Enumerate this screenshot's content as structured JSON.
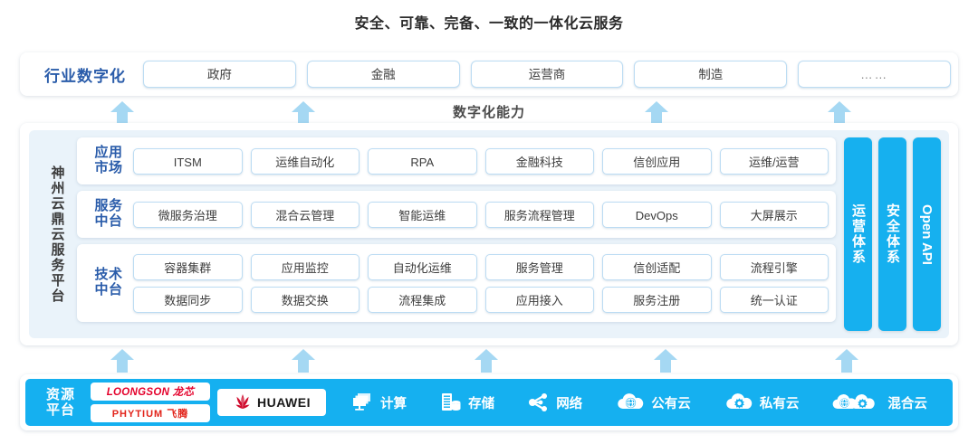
{
  "title": "安全、可靠、完备、一致的一体化云服务",
  "industry": {
    "label": "行业数字化",
    "items": [
      {
        "label": "政府"
      },
      {
        "label": "金融"
      },
      {
        "label": "运营商"
      },
      {
        "label": "制造"
      },
      {
        "label": "……"
      }
    ]
  },
  "capability_label": "数字化能力",
  "platform": {
    "vertical_title": "神州云鼎云服务平台",
    "layers": [
      {
        "label": "应用市场",
        "label_lines": [
          "应用",
          "市场"
        ],
        "rows": [
          [
            "ITSM",
            "运维自动化",
            "RPA",
            "金融科技",
            "信创应用",
            "运维/运营"
          ]
        ]
      },
      {
        "label": "服务中台",
        "label_lines": [
          "服务",
          "中台"
        ],
        "rows": [
          [
            "微服务治理",
            "混合云管理",
            "智能运维",
            "服务流程管理",
            "DevOps",
            "大屏展示"
          ]
        ]
      },
      {
        "label": "技术中台",
        "label_lines": [
          "技术",
          "中台"
        ],
        "rows": [
          [
            "容器集群",
            "应用监控",
            "自动化运维",
            "服务管理",
            "信创适配",
            "流程引擎"
          ],
          [
            "数据同步",
            "数据交换",
            "流程集成",
            "应用接入",
            "服务注册",
            "统一认证"
          ]
        ]
      }
    ],
    "side_bars": [
      {
        "label": "运营体系",
        "orientation": "vertical-cjk"
      },
      {
        "label": "安全体系",
        "orientation": "vertical-cjk"
      },
      {
        "label": "Open API",
        "orientation": "rotated"
      }
    ]
  },
  "resource": {
    "label_lines": [
      "资源",
      "平台"
    ],
    "logos": [
      {
        "name": "loongson-logo",
        "text": "LOONGSON 龙芯"
      },
      {
        "name": "phytium-logo",
        "text": "PHYTIUM 飞腾"
      },
      {
        "name": "huawei-logo",
        "text": "HUAWEI"
      }
    ],
    "items": [
      {
        "label": "计算",
        "icon": "compute-icon"
      },
      {
        "label": "存储",
        "icon": "storage-icon"
      },
      {
        "label": "网络",
        "icon": "network-icon"
      },
      {
        "label": "公有云",
        "icon": "public-cloud-icon"
      },
      {
        "label": "私有云",
        "icon": "private-cloud-icon"
      },
      {
        "label": "混合云",
        "icon": "hybrid-cloud-icon"
      }
    ]
  },
  "colors": {
    "accent_blue": "#15b0f0",
    "label_blue": "#2a5caa",
    "arrow_blue": "#a5d8f3",
    "panel_bg": "#eaf3fa",
    "chip_border": "#bcdcf3",
    "logo_red": "#e4002b"
  }
}
